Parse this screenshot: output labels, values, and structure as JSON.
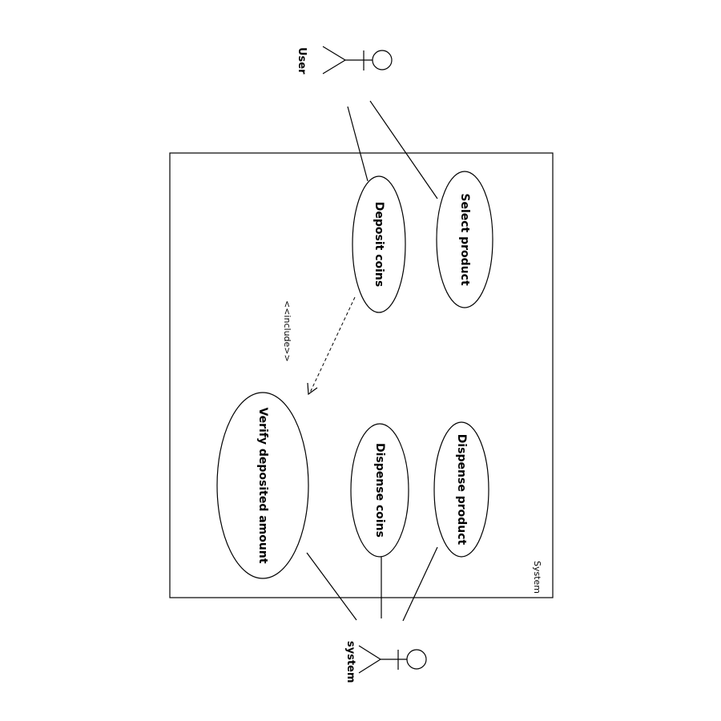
{
  "diagram": {
    "type": "uml-use-case",
    "boundary": {
      "label": "System"
    },
    "actors": {
      "user": {
        "label": "User"
      },
      "system": {
        "label": "system"
      }
    },
    "use_cases": {
      "select_product": {
        "label": "Select product"
      },
      "deposit_coins": {
        "label": "Deposit coins"
      },
      "verify_deposited_amount": {
        "label": "Verify deposited amount"
      },
      "dispense_coins": {
        "label": "Dispense coins"
      },
      "dispense_product": {
        "label": "Dispense product"
      }
    },
    "relations": {
      "include": {
        "label": "<<include>>"
      }
    }
  }
}
